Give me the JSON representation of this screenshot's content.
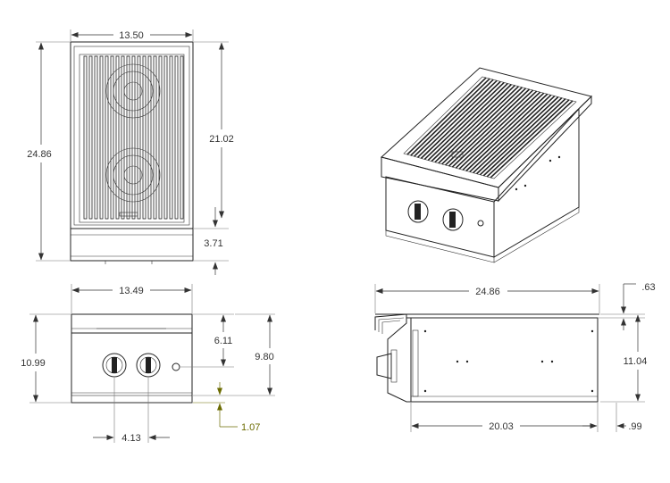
{
  "colors": {
    "line": "#222222",
    "dim": "#333333",
    "accent_dim": "#6b6b00",
    "background": "#ffffff"
  },
  "top_view": {
    "width_label": "13.50",
    "depth_label": "24.86",
    "grate_depth_label": "21.02",
    "front_label": "3.71"
  },
  "front_view": {
    "width_label": "13.49",
    "height_label": "10.99",
    "knob_offset_label": "6.11",
    "knob_height_label": "9.80",
    "knob_spacing_label": "4.13",
    "base_label": "1.07"
  },
  "side_view": {
    "depth_label": "24.86",
    "lip_label": ".63",
    "height_label": "11.04",
    "body_label": "20.03",
    "rear_label": ".99"
  }
}
